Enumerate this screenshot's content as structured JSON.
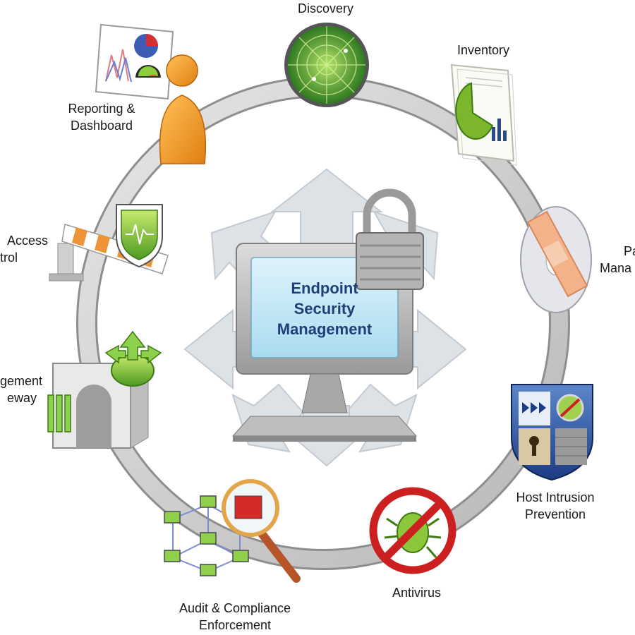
{
  "center": {
    "line1": "Endpoint",
    "line2": "Security",
    "line3": "Management"
  },
  "modules": {
    "discovery": "Discovery",
    "inventory": "Inventory",
    "patch_line1": "Pa",
    "patch_line2": "Mana",
    "hip_line1": "Host Intrusion",
    "hip_line2": "Prevention",
    "antivirus": "Antivirus",
    "audit_line1": "Audit & Compliance",
    "audit_line2": "Enforcement",
    "gateway_line1": "gement",
    "gateway_line2": "eway",
    "access_line1": "Access",
    "access_line2": "trol",
    "reporting_line1": "Reporting &",
    "reporting_line2": "Dashboard"
  }
}
